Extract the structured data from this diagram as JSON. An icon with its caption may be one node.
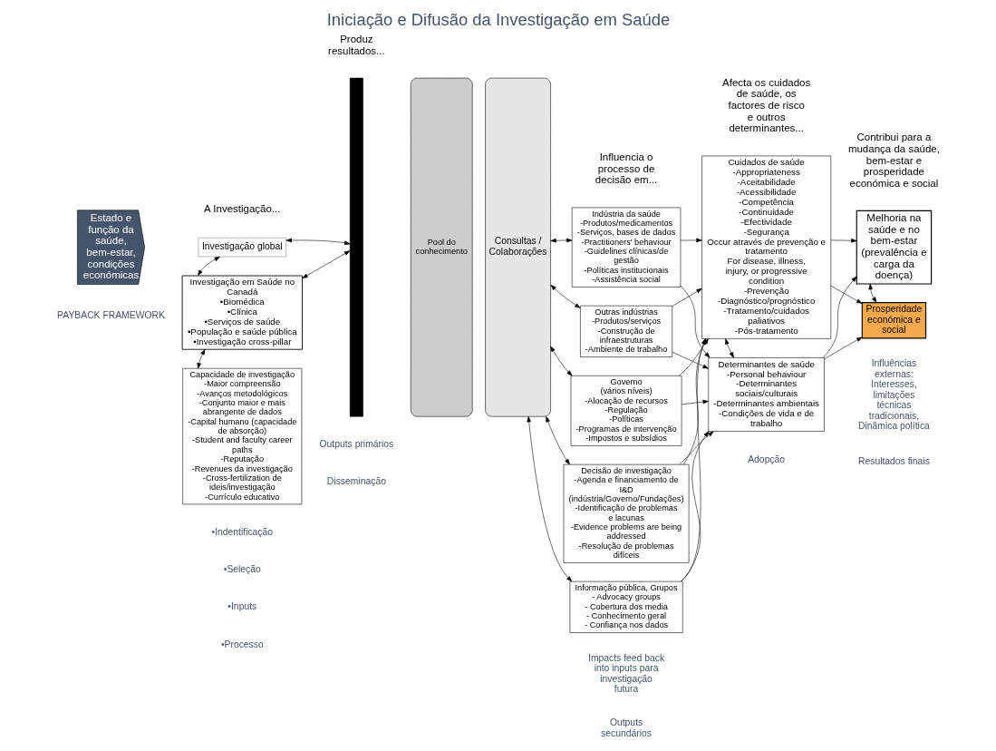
{
  "diagram": {
    "title": "Iniciação e Difusão da Investigação em Saúde",
    "nodes": [
      {
        "text": [
          "Estado e função da saúde, bem-estar, condições económicas"
        ]
      },
      {
        "text": [
          "Investigação global"
        ]
      },
      {
        "text": [
          "Investigação em Saúde no Canadá",
          "•Biomédica",
          "•Clínica",
          "•Serviços de saúde",
          "•População e saúde pública",
          "•Investigação cross-pillar"
        ]
      },
      {
        "text": [
          "Capacidade de investigação",
          "-Maior compreensão",
          "-Avanços metodológicos",
          "-Conjunto maior e mais abrangente de dados",
          "-Capital humano (capacidade de absorção)",
          "-Student and faculty career paths",
          "-Reputação",
          "-Revenues da investigação",
          "-Cross-fertilization de ideis/investigação",
          "-Currículo educativo"
        ]
      },
      {
        "text": [],
        "shape": "bar"
      },
      {
        "text": [
          "Pool do conhecimento"
        ]
      },
      {
        "text": [
          "Consultas / Colaborações"
        ]
      },
      {
        "text": [
          "Indústria da saúde",
          "-Produtos/medicamentos",
          "-Serviços, bases de dados",
          "-Practitioners' behaviour",
          "-Guidelines clínicas/de gestão",
          "-Políticas institucionais",
          "-Assistência social"
        ]
      },
      {
        "text": [
          "Outras indústrias",
          "-Produtos/serviços",
          "-Construção de infraestruturas",
          "-Ambiente de trabalho"
        ]
      },
      {
        "text": [
          "Governo",
          "(vários níveis)",
          "-Alocação de recursos",
          "-Regulação",
          "-Políticas",
          "-Programas de intervenção",
          "-Impostos e subsídios"
        ]
      },
      {
        "text": [
          "Decisão de investigação",
          "-Agenda e financiamento de I&D (indústria/Governo/Fundações)",
          "-Identificação de problemas e lacunas",
          "-Evidence problems are being addressed",
          "-Resolução de problemas difíceis"
        ]
      },
      {
        "text": [
          "Informação pública, Grupos",
          "- Advocacy groups",
          "- Cobertura dos media",
          "- Conhecimento geral",
          "- Confiança nos dados"
        ]
      },
      {
        "text": [
          "Cuidados de saúde",
          "-Appropriateness",
          "-Aceitabilidade",
          "-Acessibilidade",
          "-Competência",
          "-Continuidade",
          "-Efectividade",
          "-Segurança",
          "Occur através de prevenção e tratamento",
          "For disease, illness, injury, or progressive condition",
          "-Prevenção",
          "-Diagnóstico/prognóstico",
          "-Tratamento/cuidados paliativos",
          "-Pós-tratamento"
        ]
      },
      {
        "text": [
          "Determinantes de saúde",
          "-Personal behaviour",
          "-Determinantes sociais/culturais",
          "-Determinantes ambientais",
          "-Condições de vida e de trabalho"
        ]
      },
      {
        "text": [
          "Melhoria na saúde e no bem-estar (prevalência e carga da doença)"
        ]
      },
      {
        "text": [
          "Prosperidade económica e social"
        ]
      }
    ],
    "edges": [
      {
        "from": 1,
        "to": 4,
        "arrow": "both"
      },
      {
        "from": 1,
        "to": 2,
        "arrow": "both"
      },
      {
        "from": 2,
        "to": 4,
        "arrow": "both"
      },
      {
        "from": 2,
        "to": 3,
        "arrow": "both"
      },
      {
        "from": 6,
        "to": 7,
        "arrow": "both"
      },
      {
        "from": 6,
        "to": 8,
        "arrow": "both"
      },
      {
        "from": 6,
        "to": 9,
        "arrow": "both"
      },
      {
        "from": 6,
        "to": 10,
        "arrow": "both"
      },
      {
        "from": 6,
        "to": 11,
        "arrow": "both"
      },
      {
        "from": 7,
        "to": 12,
        "arrow": "to"
      },
      {
        "from": 8,
        "to": 12,
        "arrow": "to"
      },
      {
        "from": 9,
        "to": 12,
        "arrow": "to"
      },
      {
        "from": 10,
        "to": 12,
        "arrow": "to"
      },
      {
        "from": 11,
        "to": 12,
        "arrow": "to"
      },
      {
        "from": 7,
        "to": 13,
        "arrow": "to"
      },
      {
        "from": 8,
        "to": 13,
        "arrow": "to"
      },
      {
        "from": 9,
        "to": 13,
        "arrow": "to"
      },
      {
        "from": 10,
        "to": 13,
        "arrow": "to"
      },
      {
        "from": 11,
        "to": 13,
        "arrow": "to"
      },
      {
        "from": 12,
        "to": 13,
        "arrow": "both"
      },
      {
        "from": 12,
        "to": 14,
        "arrow": "to"
      },
      {
        "from": 12,
        "to": 15,
        "arrow": "to"
      },
      {
        "from": 13,
        "to": 14,
        "arrow": "to"
      },
      {
        "from": 13,
        "to": 15,
        "arrow": "to"
      },
      {
        "from": 14,
        "to": 15,
        "arrow": "both"
      }
    ],
    "labels": [
      "A Investigação...",
      "Produz resultados...",
      "Influencia o processo de decisão em...",
      "Afecta os cuidados de saúde, os factores de risco e outros determinantes...",
      "Contribui para a mudança da saúde, bem-estar e prosperidade económica e social",
      "Influências externas: Interesses, limitações técnicas tradicionais, Dinâmica política",
      "Impacts feed back into inputs para investigação futura",
      "PAYBACK FRAMEWORK",
      "•Indentificação",
      "•Seleção",
      "•Inputs",
      "•Processo",
      "Outputs primários",
      "Disseminação",
      "Outputs secundários",
      "Adopção",
      "Resultados finais"
    ]
  }
}
